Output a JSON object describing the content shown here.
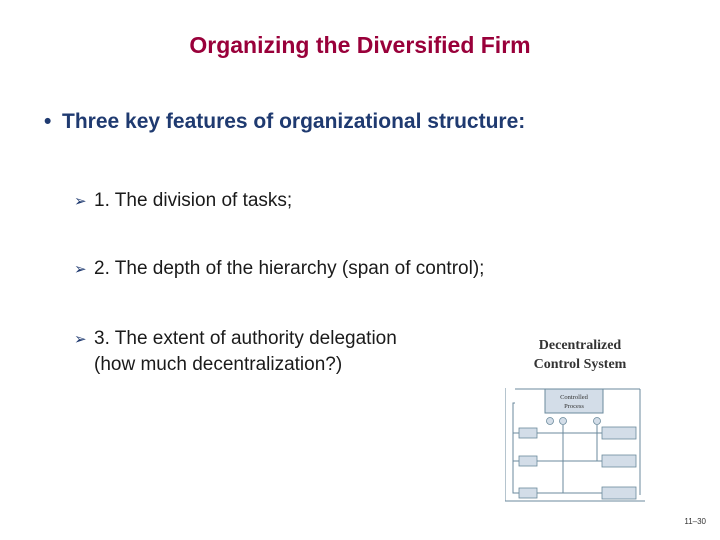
{
  "slide": {
    "title": "Organizing the Diversified Firm",
    "main_bullet": "Three key features of organizational structure:",
    "points": [
      {
        "line1": "1.  The division of tasks;",
        "line2": ""
      },
      {
        "line1": "2.  The depth of the hierarchy (span of control);",
        "line2": ""
      },
      {
        "line1": "3.  The extent of authority delegation",
        "line2": "(how much decentralization?)"
      }
    ],
    "figure": {
      "title_line1": "Decentralized",
      "title_line2": "Control System",
      "process_label_1": "Controlled",
      "process_label_2": "Process"
    },
    "page_number": "11–30"
  },
  "colors": {
    "title": "#99003a",
    "bullet": "#1f3a70",
    "text": "#1a1a1a",
    "figure_line": "#6b8a9c",
    "figure_box": "#d3dde8"
  },
  "icons": {
    "main_bullet": "bullet-dot",
    "sub_bullet": "arrowhead-right"
  }
}
